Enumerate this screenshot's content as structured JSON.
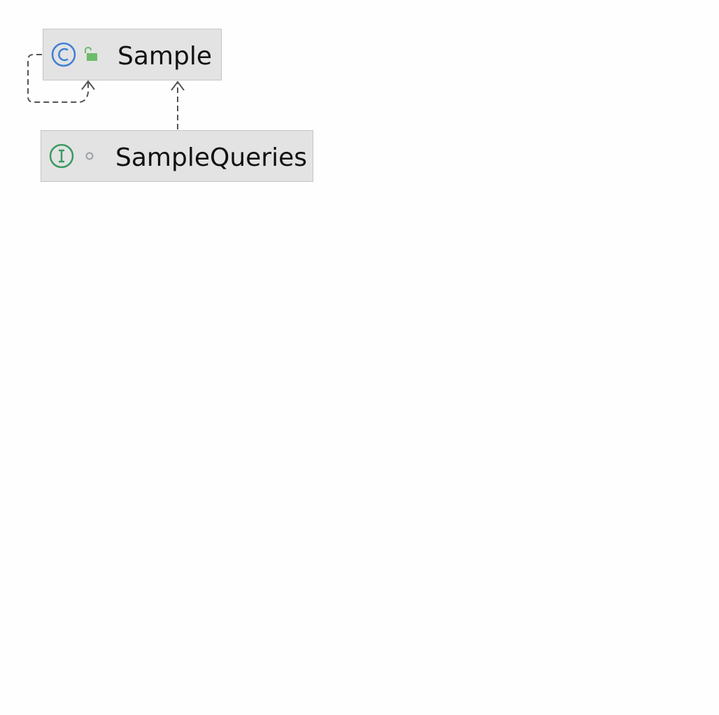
{
  "diagram": {
    "nodes": [
      {
        "id": "sample",
        "label": "Sample",
        "kind_icon": "class-icon",
        "visibility_icon": "public-unlock-icon"
      },
      {
        "id": "sample_queries",
        "label": "SampleQueries",
        "kind_icon": "interface-icon",
        "visibility_icon": "package-private-icon"
      }
    ],
    "edges": [
      {
        "from": "sample",
        "to": "sample",
        "style": "dashed",
        "arrow": "open"
      },
      {
        "from": "sample_queries",
        "to": "sample",
        "style": "dashed",
        "arrow": "open"
      }
    ],
    "colors": {
      "node_fill": "#e3e3e3",
      "node_border": "#c4c4c4",
      "class_icon": "#3f7fd8",
      "interface_icon": "#3a9a62",
      "public_icon": "#6cbb6a",
      "package_icon": "#9aa0a6",
      "edge": "#555555"
    }
  }
}
